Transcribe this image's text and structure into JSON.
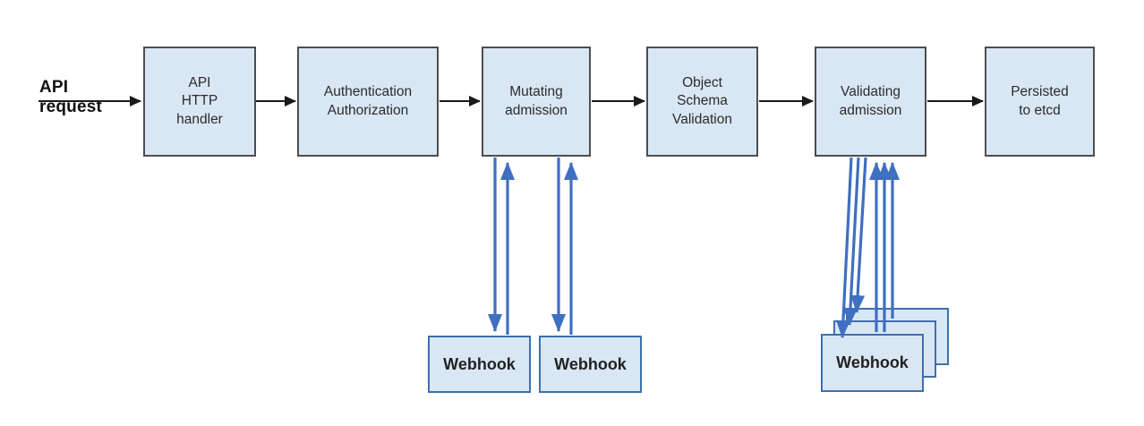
{
  "colors": {
    "box_fill": "#d9e7f5",
    "box_border": "#4d4d4d",
    "webhook_border": "#3f6fae",
    "arrow_black": "#1a1a1a",
    "arrow_blue": "#3e6fc1",
    "text": "#2b2b2b"
  },
  "diagram": {
    "api_request_label": "API request",
    "stages": [
      {
        "id": "api-http-handler",
        "label": "API\nHTTP\nhandler"
      },
      {
        "id": "authentication-authorization",
        "label": "Authentication\nAuthorization"
      },
      {
        "id": "mutating-admission",
        "label": "Mutating\nadmission"
      },
      {
        "id": "object-schema-validation",
        "label": "Object\nSchema\nValidation"
      },
      {
        "id": "validating-admission",
        "label": "Validating\nadmission"
      },
      {
        "id": "persisted-to-etcd",
        "label": "Persisted\nto etcd"
      }
    ],
    "mutating_webhooks": [
      {
        "label": "Webhook"
      },
      {
        "label": "Webhook"
      }
    ],
    "validating_webhook": {
      "label": "Webhook",
      "stack_count": 3
    }
  }
}
